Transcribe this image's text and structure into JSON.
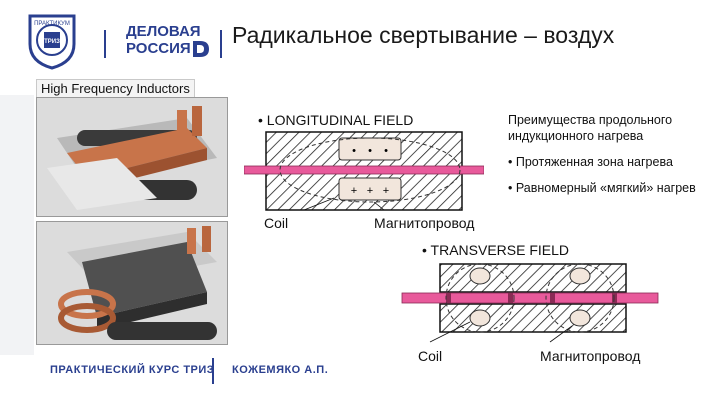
{
  "header": {
    "logo_ring_text": "ПРАКТИКУМ",
    "logo_inner_text": "ТРИЗ",
    "brand_line1": "ДЕЛОВАЯ",
    "brand_line2": "РОССИЯ",
    "title": "Радикальное свертывание – воздух"
  },
  "section_label": "High Frequency Inductors",
  "longitudinal": {
    "heading": "• LONGITUDINAL FIELD",
    "coil_label": "Coil",
    "core_label": "Магнитопровод",
    "symbols_top": [
      "•",
      "•",
      "•"
    ],
    "symbols_bottom": [
      "+",
      "+",
      "+"
    ]
  },
  "advantages": {
    "heading": "Преимущества продольного индукционного нагрева",
    "items": [
      "• Протяженная зона нагрева",
      "• Равномерный «мягкий» нагрев"
    ]
  },
  "transverse": {
    "heading": "• TRANSVERSE FIELD",
    "coil_label": "Coil",
    "core_label": "Магнитопровод"
  },
  "footer": {
    "left": "ПРАКТИЧЕСКИЙ КУРС ТРИЗ",
    "right": "КОЖЕМЯКО А.П."
  },
  "colors": {
    "brand_blue": "#2a3f8f",
    "strip_pink": "#e85a9b",
    "copper": "#c8744a"
  }
}
